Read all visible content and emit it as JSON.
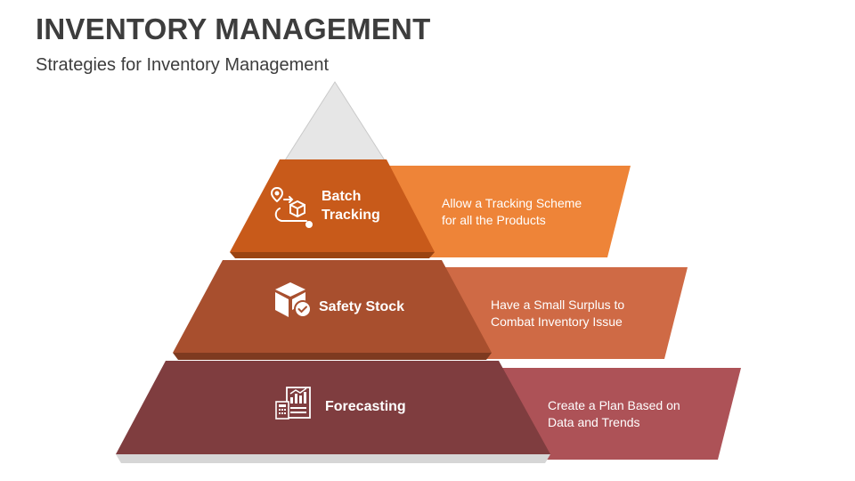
{
  "header": {
    "title": "INVENTORY MANAGEMENT",
    "subtitle": "Strategies for Inventory Management"
  },
  "levels": [
    {
      "label_line1": "Batch",
      "label_line2": "Tracking",
      "desc_line1": "Allow a Tracking Scheme",
      "desc_line2": "for all the Products",
      "icon": "batch-tracking-icon",
      "color": "#c85a1a",
      "banner_color": "#ee8438"
    },
    {
      "label": "Safety Stock",
      "desc_line1": "Have a Small Surplus to",
      "desc_line2": "Combat Inventory Issue",
      "icon": "safety-stock-icon",
      "color": "#a84f2e",
      "banner_color": "#cf6a45"
    },
    {
      "label": "Forecasting",
      "desc_line1": "Create a Plan Based on",
      "desc_line2": "Data and Trends",
      "icon": "forecasting-icon",
      "color": "#7f3d3f",
      "banner_color": "#ad5257"
    }
  ]
}
